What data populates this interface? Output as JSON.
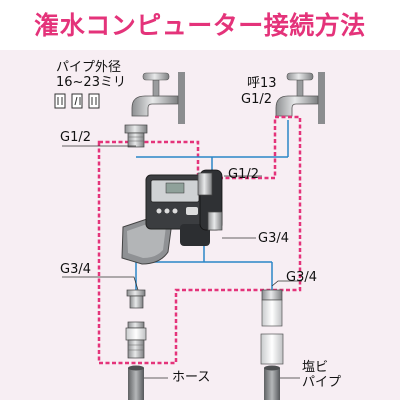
{
  "title": "潅水コンピューター接続方法",
  "labels": {
    "pipe_diameter_line1": "パイプ外径",
    "pipe_diameter_line2": "16~23ミリ",
    "nominal_line1": "呼13",
    "nominal_line2": "G1/2",
    "top_left_g12": "G1/2",
    "timer_g12": "G1/2",
    "timer_g34": "G3/4",
    "left_g34": "G3/4",
    "right_g34": "G3/4",
    "hose": "ホース",
    "pvc_line1": "塩ビ",
    "pvc_line2": "パイプ"
  },
  "colors": {
    "title": "#e4337a",
    "panel_bg": "#f7eef3",
    "dashed_outline": "#e4337a",
    "connector_line": "#2a86c7"
  }
}
